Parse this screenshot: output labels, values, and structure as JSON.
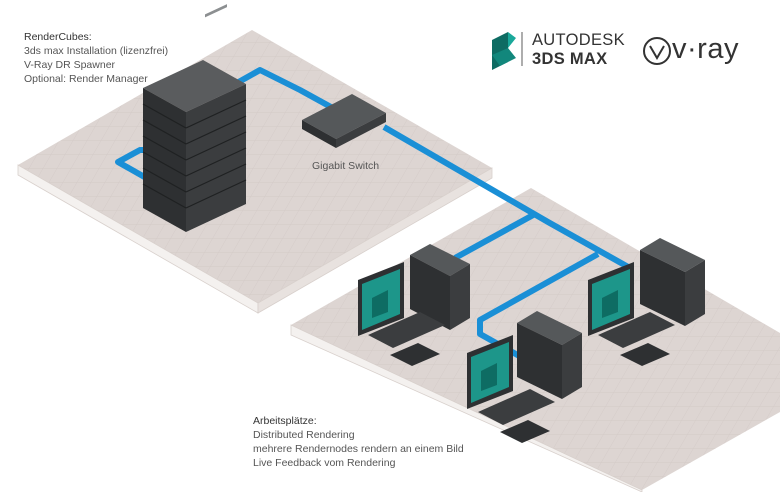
{
  "render_cubes": {
    "title": "RenderCubes:",
    "lines": [
      "3ds max Installation (lizenzfrei)",
      "V-Ray DR Spawner",
      "Optional: Render Manager"
    ]
  },
  "switch": {
    "label": "Gigabit Switch"
  },
  "workstations": {
    "title": "Arbeitsplätze:",
    "lines": [
      "Distributed Rendering",
      "mehrere Rendernodes rendern an einem Bild",
      "Live Feedback vom Rendering"
    ]
  },
  "logos": {
    "autodesk_line1": "AUTODESK",
    "autodesk_line2": "3DS MAX",
    "vray": "v·ray"
  },
  "colors": {
    "cable": "#1a8fd6",
    "floor": "#ddd5d2",
    "floor_side": "#ffffff",
    "floor_edge": "#c9c0bc",
    "hardware": "#3b3d3f",
    "accent": "#1aa89a"
  }
}
